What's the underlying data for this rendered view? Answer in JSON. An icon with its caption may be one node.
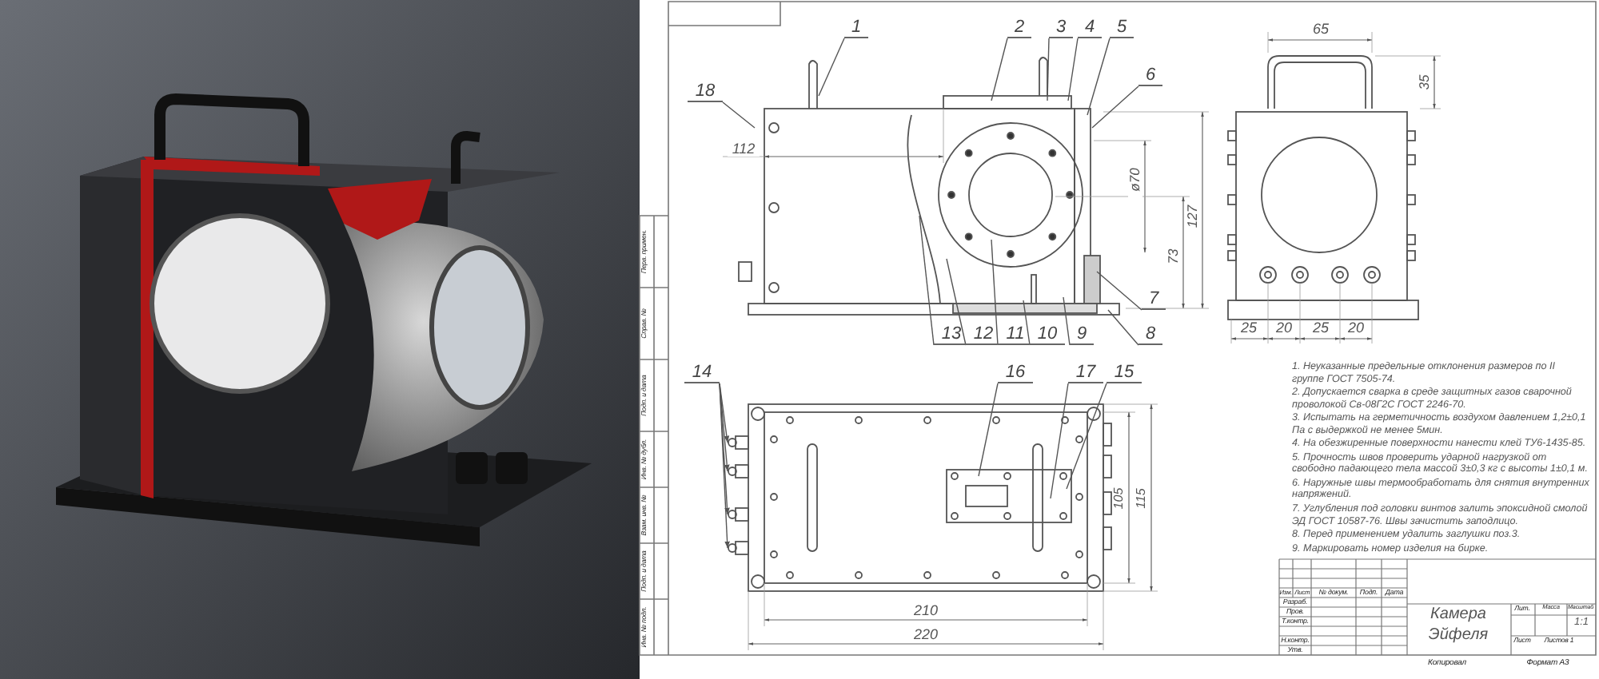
{
  "diagram": {
    "nodes": [
      {
        "text": [
          "1"
        ]
      },
      {
        "text": [
          "2"
        ]
      },
      {
        "text": [
          "3"
        ]
      },
      {
        "text": [
          "4"
        ]
      },
      {
        "text": [
          "5"
        ]
      },
      {
        "text": [
          "6"
        ]
      },
      {
        "text": [
          "7"
        ]
      },
      {
        "text": [
          "8"
        ]
      },
      {
        "text": [
          "9"
        ]
      },
      {
        "text": [
          "10"
        ]
      },
      {
        "text": [
          "11"
        ]
      },
      {
        "text": [
          "12"
        ]
      },
      {
        "text": [
          "13"
        ]
      },
      {
        "text": [
          "14"
        ]
      },
      {
        "text": [
          "15"
        ]
      },
      {
        "text": [
          "16"
        ]
      },
      {
        "text": [
          "17"
        ]
      },
      {
        "text": [
          "18"
        ]
      }
    ],
    "edges": [
      {
        "from": 0,
        "to": null,
        "arrow": "none"
      },
      {
        "from": 1,
        "to": null,
        "arrow": "none"
      },
      {
        "from": 2,
        "to": null,
        "arrow": "none"
      },
      {
        "from": 3,
        "to": null,
        "arrow": "none"
      },
      {
        "from": 4,
        "to": null,
        "arrow": "none"
      },
      {
        "from": 5,
        "to": null,
        "arrow": "none"
      },
      {
        "from": 6,
        "to": null,
        "arrow": "none"
      },
      {
        "from": 7,
        "to": null,
        "arrow": "none"
      },
      {
        "from": 8,
        "to": null,
        "arrow": "none"
      },
      {
        "from": 9,
        "to": null,
        "arrow": "none"
      },
      {
        "from": 10,
        "to": null,
        "arrow": "none"
      },
      {
        "from": 11,
        "to": null,
        "arrow": "none"
      },
      {
        "from": 12,
        "to": null,
        "arrow": "none"
      },
      {
        "from": 13,
        "to": null,
        "arrow": "to"
      },
      {
        "from": 13,
        "to": null,
        "arrow": "to"
      },
      {
        "from": 13,
        "to": null,
        "arrow": "to"
      },
      {
        "from": 13,
        "to": null,
        "arrow": "to"
      },
      {
        "from": 14,
        "to": null,
        "arrow": "none"
      },
      {
        "from": 15,
        "to": null,
        "arrow": "none"
      },
      {
        "from": 16,
        "to": null,
        "arrow": "none"
      },
      {
        "from": 17,
        "to": null,
        "arrow": "none"
      }
    ],
    "labels": [
      "112",
      "ø70",
      "73",
      "127",
      "65",
      "35",
      "25",
      "20",
      "25",
      "20",
      "105",
      "115",
      "210",
      "220",
      "1. Неуказанные предельные отклонения размеров по II группе ГОСТ 7505-74.",
      "2. Допускается сварка в среде защитных газов сварочной проволокой Св-08Г2С ГОСТ 2246-70.",
      "3. Испытать на герметичность воздухом давлением 1,2±0,1 Па с выдержкой не менее 5мин.",
      "4. На обезжиренные поверхности нанести клей ТУ6-1435-85.",
      "5. Прочность швов проверить ударной нагрузкой от свободно падающего тела массой 3±0,3 кг с высоты 1±0,1 м.",
      "6. Наружные швы термообработать для снятия внутренних напряжений.",
      "7. Углубления под головки винтов залить эпоксидной смолой ЭД ГОСТ 10587-76. Швы зачистить заподлицо.",
      "8. Перед применением удалить заглушки поз.3.",
      "9. Маркировать номер изделия на бирке.",
      "Изм.",
      "Лист",
      "№ докум.",
      "Подп.",
      "Дата",
      "Разраб.",
      "Пров.",
      "Т.контр.",
      "Н.контр.",
      "Утв.",
      "Камера Эйфеля",
      "Лит.",
      "Масса",
      "Масштаб",
      "1:1",
      "Лист",
      "Листов 1",
      "Копировал",
      "Формат А3",
      "Перв. примен.",
      "Справ. №",
      "Подп. и дата",
      "Инв. № дубл.",
      "Взам. инв. №",
      "Подп. и дата",
      "Инв. № подл."
    ]
  }
}
